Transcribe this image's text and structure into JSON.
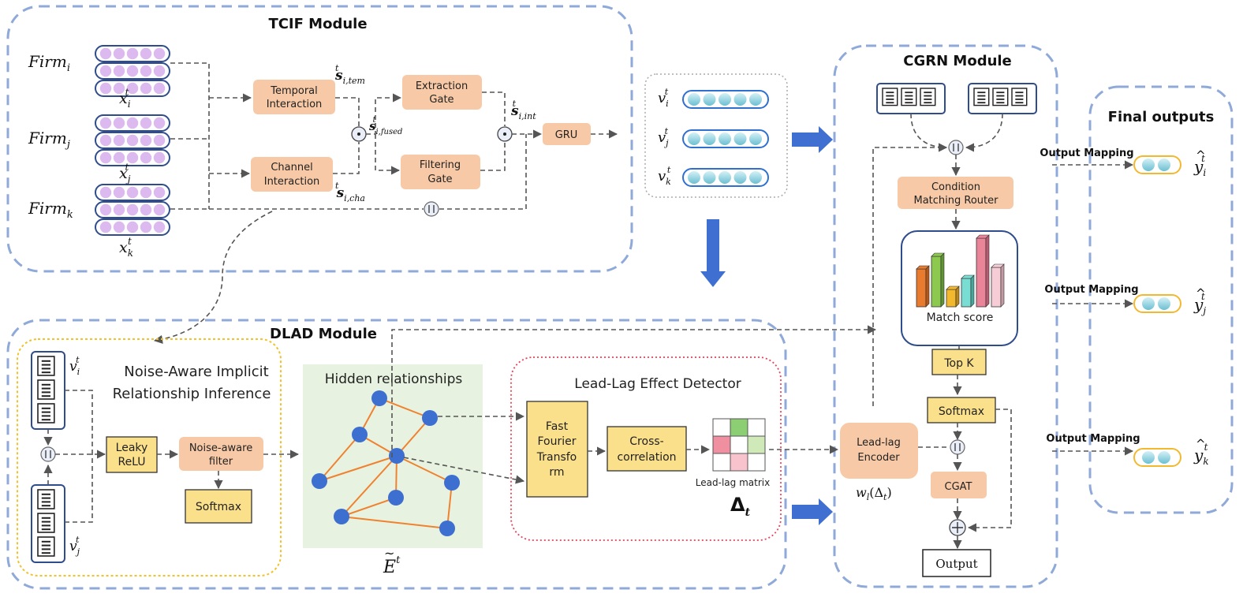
{
  "modules": {
    "tcif": "TCIF Module",
    "cgrn": "CGRN Module",
    "dlad": "DLAD Module",
    "final": "Final outputs"
  },
  "tcif": {
    "firms": [
      "Firm",
      "Firm",
      "Firm"
    ],
    "firm_subs": [
      "i",
      "j",
      "k"
    ],
    "x_labels": [
      "x",
      "x",
      "x"
    ],
    "x_subs": [
      "i",
      "j",
      "k"
    ],
    "temporal": [
      "Temporal",
      "Interaction"
    ],
    "channel": [
      "Channel",
      "Interaction"
    ],
    "extraction": [
      "Extraction",
      "Gate"
    ],
    "filtering": [
      "Filtering",
      "Gate"
    ],
    "gru": "GRU",
    "s_tem": "i,tem",
    "s_cha": "i,cha",
    "s_fused": "i,fused",
    "s_int": "i,int"
  },
  "v_vectors": {
    "subs": [
      "i",
      "j",
      "k"
    ]
  },
  "dlad": {
    "nair_title": [
      "Noise-Aware Implicit",
      "Relationship Inference"
    ],
    "leaky": [
      "Leaky",
      "ReLU"
    ],
    "noise_filter": [
      "Noise-aware",
      "filter"
    ],
    "softmax": "Softmax",
    "v_i": "i",
    "v_j": "j",
    "hidden_title": "Hidden relationships",
    "e_label": "E",
    "lead_lag_title": "Lead-Lag Effect Detector",
    "fft": [
      "Fast",
      "Fourier",
      "Transfo",
      "rm"
    ],
    "cross": [
      "Cross-",
      "correlation"
    ],
    "matrix_label": "Lead-lag matrix",
    "delta": "Δ",
    "delta_sub": "t"
  },
  "cgrn": {
    "router": [
      "Condition",
      "Matching Router"
    ],
    "match_score": "Match score",
    "topk": "Top K",
    "softmax": "Softmax",
    "cgat": "CGAT",
    "output": "Output",
    "encoder": [
      "Lead-lag",
      "Encoder"
    ],
    "w_label": "w",
    "w_arg": "(Δ",
    "w_close": ")"
  },
  "outputs": {
    "mapping": [
      "Output Mapping",
      "Output Mapping",
      "Output Mapping"
    ],
    "y_subs": [
      "i",
      "j",
      "k"
    ]
  },
  "colors": {
    "module_border": "#8fa9d9",
    "orange_box": "#f7c9a6",
    "yellow_box": "#fbe08b",
    "graph_bg": "#e7f3e0",
    "node": "#3d6fd1",
    "edge": "#f0822f",
    "blue_arrow": "#3f6fd0"
  }
}
